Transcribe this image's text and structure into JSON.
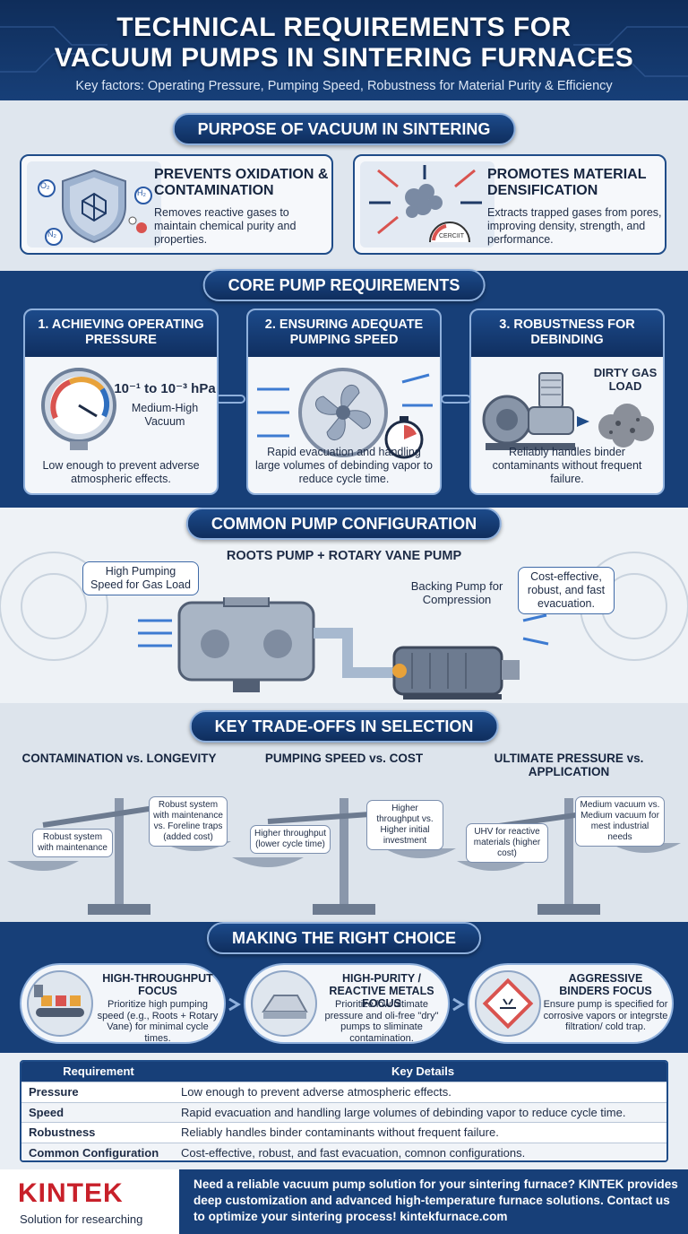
{
  "header": {
    "title_line1": "TECHNICAL REQUIREMENTS FOR",
    "title_line2": "VACUUM PUMPS IN SINTERING FURNACES",
    "subtitle": "Key factors: Operating Pressure, Pumping Speed, Robustness for Material Purity & Efficiency"
  },
  "purpose": {
    "banner": "PURPOSE OF VACUUM IN SINTERING",
    "cards": [
      {
        "title": "PREVENTS OXIDATION & CONTAMINATION",
        "text": "Removes reactive gases to maintain chemical purity and properties.",
        "labels": [
          "O₂",
          "H₂",
          "N₂"
        ]
      },
      {
        "title": "PROMOTES MATERIAL DENSIFICATION",
        "text": "Extracts trapped gases from pores, improving density, strength, and performance.",
        "gauge_label": "CERCIIT"
      }
    ]
  },
  "core": {
    "banner": "CORE PUMP REQUIREMENTS",
    "cards": [
      {
        "title": "1. ACHIEVING OPERATING PRESSURE",
        "range": "10⁻¹ to 10⁻³ hPa",
        "range_note": "Medium-High Vacuum",
        "text": "Low enough to prevent adverse atmospheric effects."
      },
      {
        "title": "2. ENSURING ADEQUATE PUMPING SPEED",
        "text": "Rapid evacuation and handling large volumes of debinding vapor to reduce cycle time."
      },
      {
        "title": "3. ROBUSTNESS FOR DEBINDING",
        "load": "DIRTY GAS LOAD",
        "text": "Reliably handles binder contaminants without frequent failure."
      }
    ]
  },
  "config": {
    "banner": "COMMON PUMP CONFIGURATION",
    "title": "ROOTS PUMP + ROTARY VANE PUMP",
    "bubble_left": "High Pumping Speed for Gas Load",
    "backing": "Backing Pump for Compression",
    "bubble_right": "Cost-effective, robust, and fast evacuation."
  },
  "trade": {
    "banner": "KEY TRADE-OFFS IN SELECTION",
    "cols": [
      {
        "title": "CONTAMINATION vs. LONGEVITY",
        "left": "Robust system with maintenance",
        "right": "Robust system with maintenance vs. Foreline traps (added cost)"
      },
      {
        "title": "PUMPING SPEED vs. COST",
        "left": "Higher throughput (lower cycle time)",
        "right": "Higher throughput vs. Higher initial investment"
      },
      {
        "title": "ULTIMATE PRESSURE vs. APPLICATION",
        "left": "UHV for reactive materials (higher cost)",
        "right": "Medium vacuum vs. Medium vacuum for mest industrial needs"
      }
    ]
  },
  "choice": {
    "banner": "MAKING THE RIGHT CHOICE",
    "cards": [
      {
        "title": "HIGH-THROUGHPUT FOCUS",
        "text": "Prioritize high pumping speed (e.g., Roots + Rotary Vane) for minimal cycle times."
      },
      {
        "title": "HIGH-PURITY / REACTIVE METALS FOCUS",
        "text": "Prioritize low ultimate pressure and oli-free \"dry\" pumps to sliminate contamination."
      },
      {
        "title": "AGGRESSIVE BINDERS FOCUS",
        "text": "Ensure pump is specified for corrosive vapors or integrste filtration/ cold trap."
      }
    ]
  },
  "table": {
    "headers": [
      "Requirement",
      "Key Details"
    ],
    "rows": [
      [
        "Pressure",
        "Low enough to prevent adverse atmospheric effects."
      ],
      [
        "Speed",
        "Rapid evacuation and handling large volumes of debinding vapor to reduce cycle time."
      ],
      [
        "Robustness",
        "Reliably handles binder contaminants without frequent failure."
      ],
      [
        "Common Configuration",
        "Cost-effective, robust, and fast evacuation, comnon configurations."
      ]
    ]
  },
  "footer": {
    "logo": "KINTEK",
    "tagline": "Solution for researching",
    "text": "Need a reliable vacuum pump solution for your sintering furnace? KINTEK provides deep customization and advanced high-temperature furnace solutions. Contact us to optimize your sintering process! kintekfurnace.com"
  },
  "colors": {
    "navy": "#173f78",
    "accent": "#3f6aa7",
    "brand_red": "#c8202a"
  }
}
